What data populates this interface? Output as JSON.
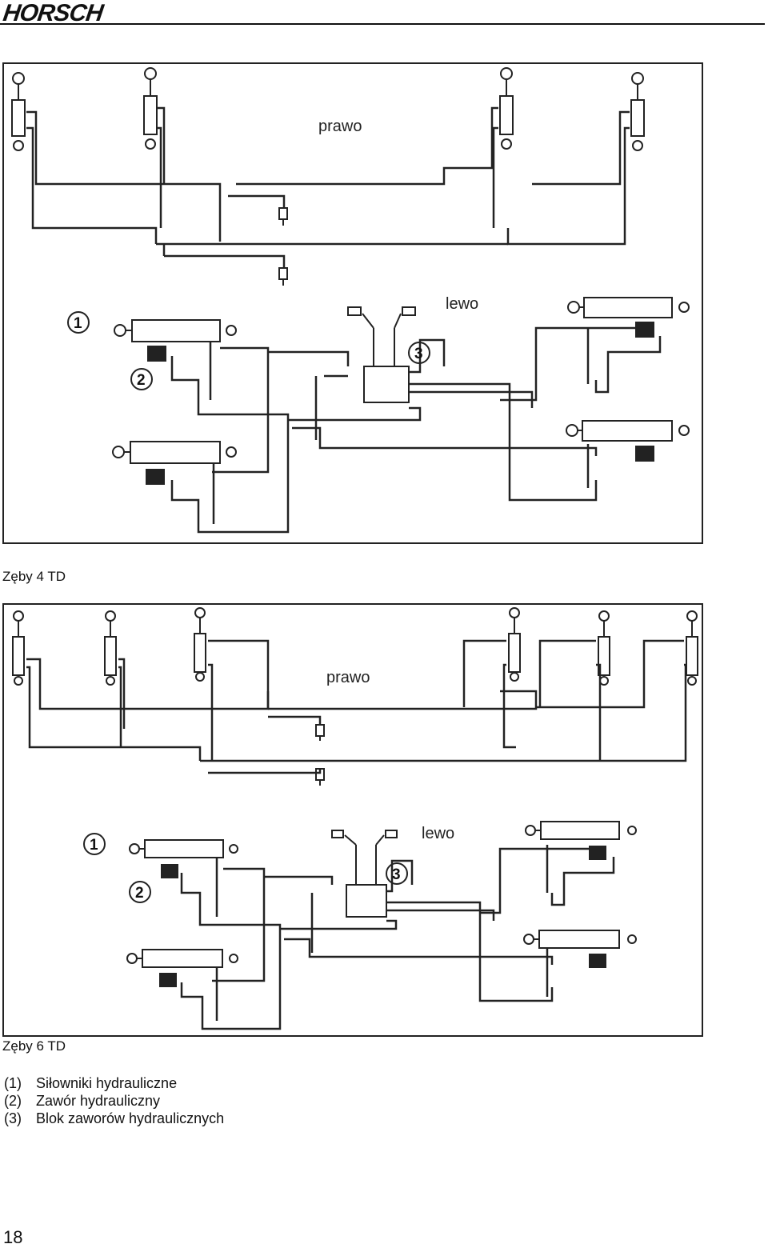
{
  "header": {
    "logo_text": "HORSCH"
  },
  "diagram_top": {
    "label_right": "prawo",
    "label_left": "lewo",
    "marker_1": "1",
    "marker_2": "2",
    "marker_3": "3",
    "caption": "Zęby 4 TD"
  },
  "diagram_bottom": {
    "label_right": "prawo",
    "label_left": "lewo",
    "marker_1": "1",
    "marker_2": "2",
    "marker_3": "3",
    "caption": "Zęby 6 TD"
  },
  "legend": [
    {
      "num": "(1)",
      "text": "Siłowniki hydrauliczne"
    },
    {
      "num": "(2)",
      "text": "Zawór hydrauliczny"
    },
    {
      "num": "(3)",
      "text": "Blok zaworów hydraulicznych"
    }
  ],
  "page_number": "18"
}
